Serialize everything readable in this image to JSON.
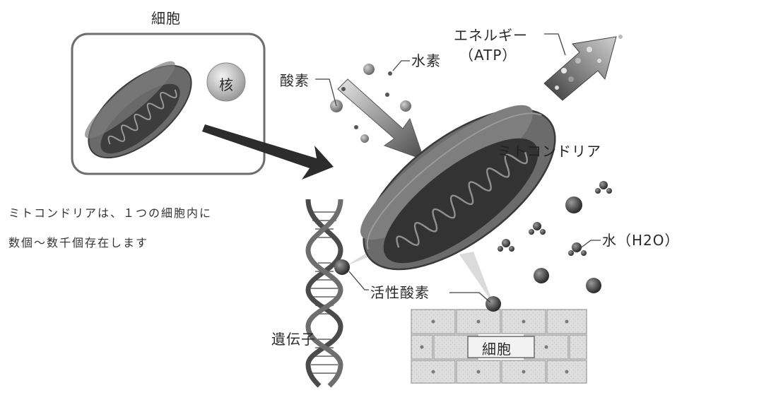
{
  "labels": {
    "cell_top": "細胞",
    "nucleus": "核",
    "hydrogen": "水素",
    "oxygen": "酸素",
    "energy_line1": "エネルギー",
    "energy_line2": "（ATP）",
    "mitochondria": "ミトコンドリア",
    "water": "水（H2O）",
    "ros": "活性酸素",
    "gene": "遺伝子",
    "cell_bottom": "細胞"
  },
  "caption": {
    "line1": "ミトコンドリアは、１つの細胞内に",
    "line2": "数個～数千個存在します"
  }
}
